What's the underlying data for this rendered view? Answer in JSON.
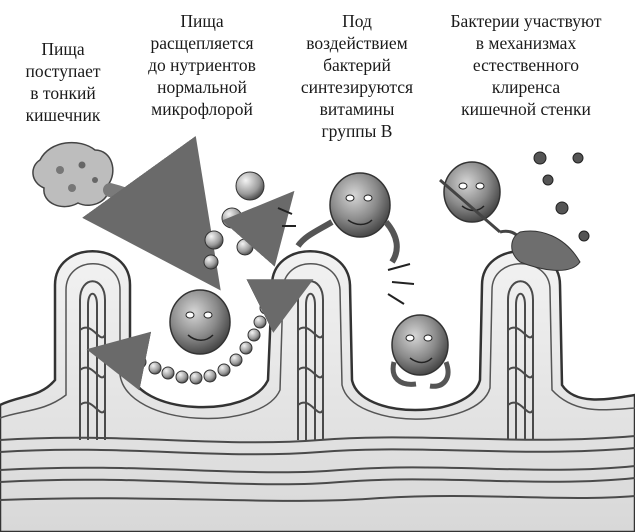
{
  "captions": [
    {
      "id": "food-enters",
      "lines": [
        "Пища",
        "поступает",
        "в тонкий",
        "кишечник"
      ]
    },
    {
      "id": "food-split",
      "lines": [
        "Пища",
        "расщепляется",
        "до нутриентов",
        "нормальной",
        "микрофлорой"
      ]
    },
    {
      "id": "vitamins",
      "lines": [
        "Под",
        "воздействием",
        "бактерий",
        "синтезируются",
        "витамины",
        "группы В"
      ]
    },
    {
      "id": "clearance",
      "lines": [
        "Бактерии участвуют",
        "в механизмах",
        "естественного",
        "клиренса",
        "кишечной стенки"
      ]
    }
  ],
  "colors": {
    "ink": "#1a1a1a",
    "tissue": "#ececec",
    "vessel": "#5a5a5a",
    "bacterium": "#8a8a8a",
    "arrow": "#7a7a7a"
  }
}
